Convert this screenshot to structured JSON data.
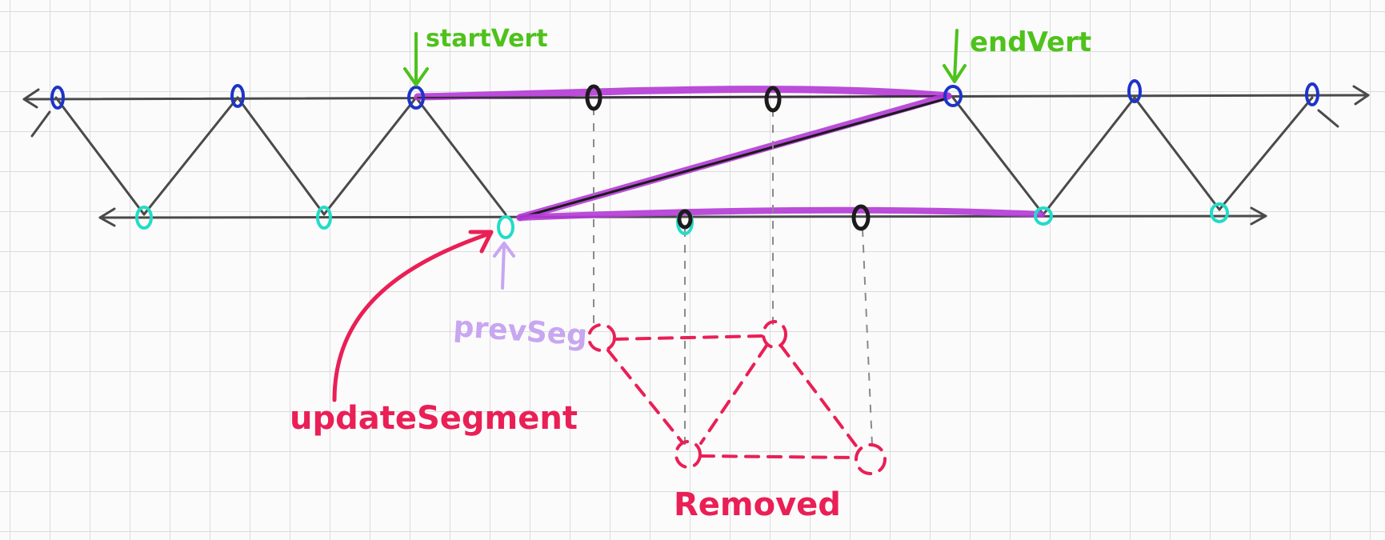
{
  "labels": {
    "start_vert": "startVert",
    "end_vert": "endVert",
    "prev_seg": "prevSeg",
    "update_segment": "updateSegment",
    "removed": "Removed"
  },
  "colors": {
    "paper": "#fbfbfb",
    "grid": "#dcdcdc",
    "line": "#4a4a4a",
    "top_vertex": "#1d34c9",
    "bottom_vertex": "#22dcc8",
    "removed_vertex": "#1b1b1b",
    "highlight": "#b43ad6",
    "green_label": "#4ec21b",
    "prev_seg_label": "#c8a6f0",
    "red_label": "#ea1f56",
    "dashed_guide": "#8a8a8a"
  }
}
